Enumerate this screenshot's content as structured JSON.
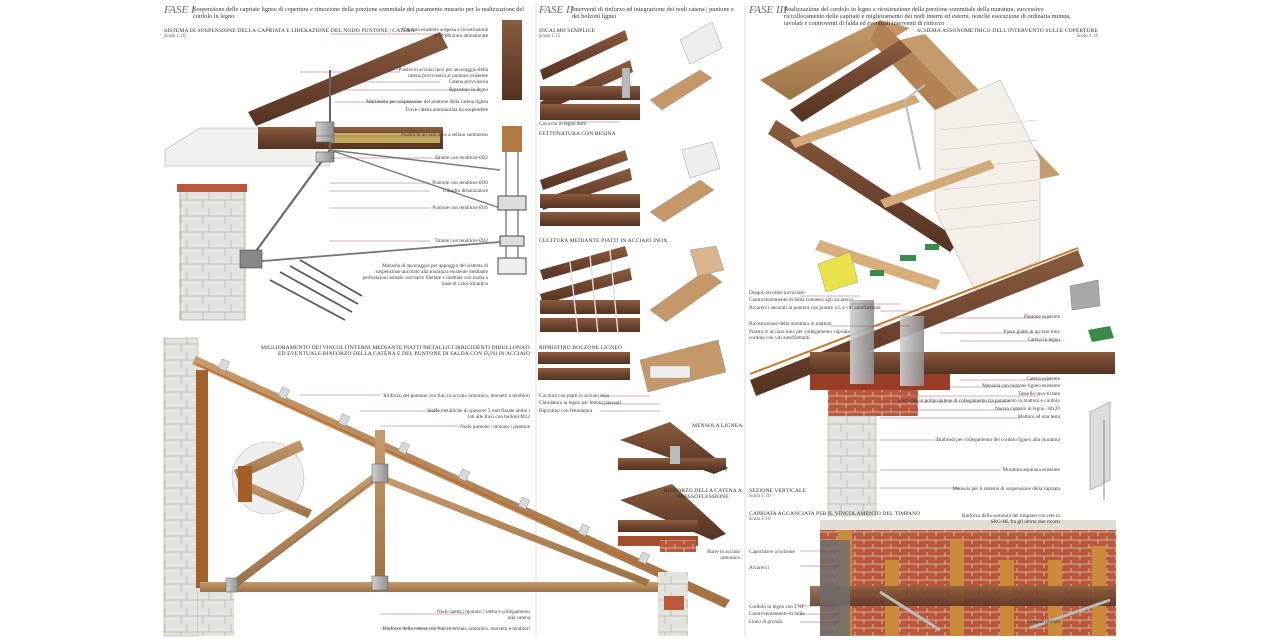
{
  "phases": [
    {
      "num": "FASE I",
      "desc": "Sospensione delle capriate lignee di copertura e rimozione della porzione sommitale del paramento murario per la realizzazione del cordolo in legno",
      "sections": [
        {
          "title": "Sistema di sospensione della capriata e liberazione del nodo puntone | catena",
          "scale": "Scala 1:10"
        },
        {
          "title": "Miglioramento dei vincoli interni mediante piatti metallici irrigidenti dibullonati ed eventuale rinforzo della catena e del puntone di falda con funi in acciaio"
        }
      ],
      "labels": [
        "Capriata esistente sospesa e ricostruzione delle porzioni ammalorate",
        "Piastra in acciaio inox per ancoraggio della catena provvisoria al puntone esistente",
        "Catena provvisoria",
        "Ripristino in legno",
        "Martinetto per sospensione del puntone della catena lignea",
        "Trave catena ammalorata da sospendere",
        "Piastra in acciaio inox a sellaio sommerso",
        "Tirante con tenditore Ø22",
        "Puntone con tenditore Ø30",
        "Cilindro distanziatore",
        "Puntone con tenditore Ø16",
        "Tirante con tenditore Ø22",
        "Mensola di ancoraggio per appoggio del sistema di sospensione ancorato alla muratura esistente mediante perforazioni armate con barre filettate e iniettate con malta a base di calce idraulica",
        "Rinforzo del puntone con funi in acciaio armonico, morsetti e tenditori",
        "Staffe metalliche di spessore 5 mm fissate ambo i lati alle travi con bulloni M12",
        "Nodo puntone | monaco | puntone",
        "Nodo saetta | monaco | saetta e collegamento alla catena",
        "Rinforzo della catena con funi in acciaio armonico, morsetti e tenditori"
      ]
    },
    {
      "num": "FASE II",
      "desc": "Interventi di rinforzo ed integrazione dei nodi catena | puntone e dei bolzoni lignei",
      "sections": [
        {
          "title": "Incalmo semplice",
          "scale": "Scala 1:15"
        },
        {
          "title": "Fettonatura con resina"
        },
        {
          "title": "Cucitura mediante piatti in acciaio inox"
        },
        {
          "title": "Ripristino bolzone ligneo"
        },
        {
          "title": "Mensola lignea"
        },
        {
          "title": "Rinforzo della catena a pressoflessione"
        }
      ],
      "labels": [
        "Cavicchi in legno duro",
        "Cucitura con piatti in acciaio inox",
        "Chiodatura in legno per fettoni passanti",
        "Ripristino con fettonatura",
        "Barre in acciaio armonico"
      ]
    },
    {
      "num": "FASE III",
      "desc": "Realizzazione del cordolo in legno e ricostruzione della porzione sommitale della muratura, successivo riccollocamento delle capriate e miglioramento dei nodi interni ed esterni, nonché esecuzione di ordinaria minuta, tavolati e controventi di falda ed eventuali interventi di rinforzo",
      "sections": [
        {
          "title": "Schema assonometrico dell'intervento sulle coperture",
          "scale": "Scala 1:10"
        },
        {
          "title": "Sezione verticale",
          "scale": "Scala 1:10"
        },
        {
          "title": "Capriata agganciata per il vincolamento del timpano",
          "scale": "Scala 1:10"
        }
      ],
      "labels": [
        "Doppio tavolato incrociato",
        "Controventamento di falda connessi agli arcarecci",
        "Arcarecci ancorati ai puntoni con piastre a L e viti autofilettanti",
        "Ricostruzione della muratura in mattoni",
        "Piastra in acciaio inox per collegamento capriata cordolo con viti autofilettanti",
        "Puntone esistente",
        "Fasce piatte in acciaio inox",
        "Catena in legno",
        "Catena esistente",
        "Mensola con bolzone ligneo esistente",
        "Tassello inox tirante",
        "Elemento in polipropilene di collegamento tra paramento in mattoni e cordolo",
        "Nuovo cordolo in legno, 30x20",
        "Mattoni ad una testa",
        "Tirafondi per collegamento del cordolo ligneo alla muratura",
        "Muratura aquilana esistente",
        "Mensola per il sistema di sospensione della capriata",
        "Rinforzo della sommità del timpano con rete in SRG-HL fra gli ultimi due ricorsi",
        "Capochiave a bolzone",
        "Arcarecci",
        "Cordolo in legno con TNT",
        "Controventamento di falda",
        "Linea di gronda",
        "Linea di gronda"
      ]
    }
  ],
  "colors": {
    "wood": "#7a5036",
    "wood_light": "#b38a5e",
    "steel": "#9a9a9a",
    "brick": "#b8553a",
    "stone": "#d6d6d0",
    "accent_yellow": "#e9e24a",
    "accent_green": "#3a8a4a"
  }
}
